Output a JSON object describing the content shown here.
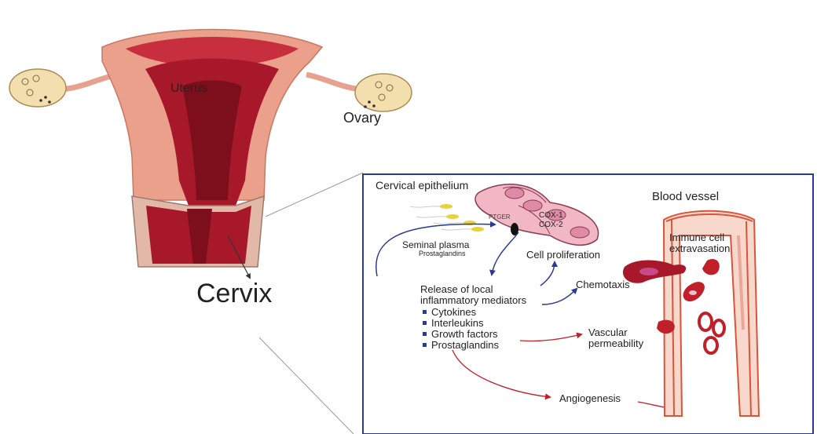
{
  "labels": {
    "uterus": "Uterus",
    "ovary": "Ovary",
    "cervix": "Cervix",
    "cervical_epithelium": "Cervical epithelium",
    "blood_vessel": "Blood vessel",
    "ptger": "PTGER",
    "cox1": "COX-1",
    "cox2": "COX-2",
    "seminal_plasma": "Seminal plasma",
    "prostaglandins_small": "Prostaglandins",
    "cell_proliferation": "Cell proliferation",
    "release_line1": "Release of local",
    "release_line2": "inflammatory mediators",
    "chemotaxis": "Chemotaxis",
    "immune_line1": "Immune cell",
    "immune_line2": "extravasation",
    "vascular_line1": "Vascular",
    "vascular_line2": "permeability",
    "angiogenesis": "Angiogenesis"
  },
  "mediators": [
    "Cytokines",
    "Interleukins",
    "Growth factors",
    "Prostaglandins"
  ],
  "colors": {
    "frame": "#2b3a8f",
    "uterus_outer": "#eaa08a",
    "uterus_inner": "#a8182b",
    "vessel": "#d9553a",
    "blue_arrow": "#2b3a8f",
    "red_arrow": "#c0202a"
  }
}
